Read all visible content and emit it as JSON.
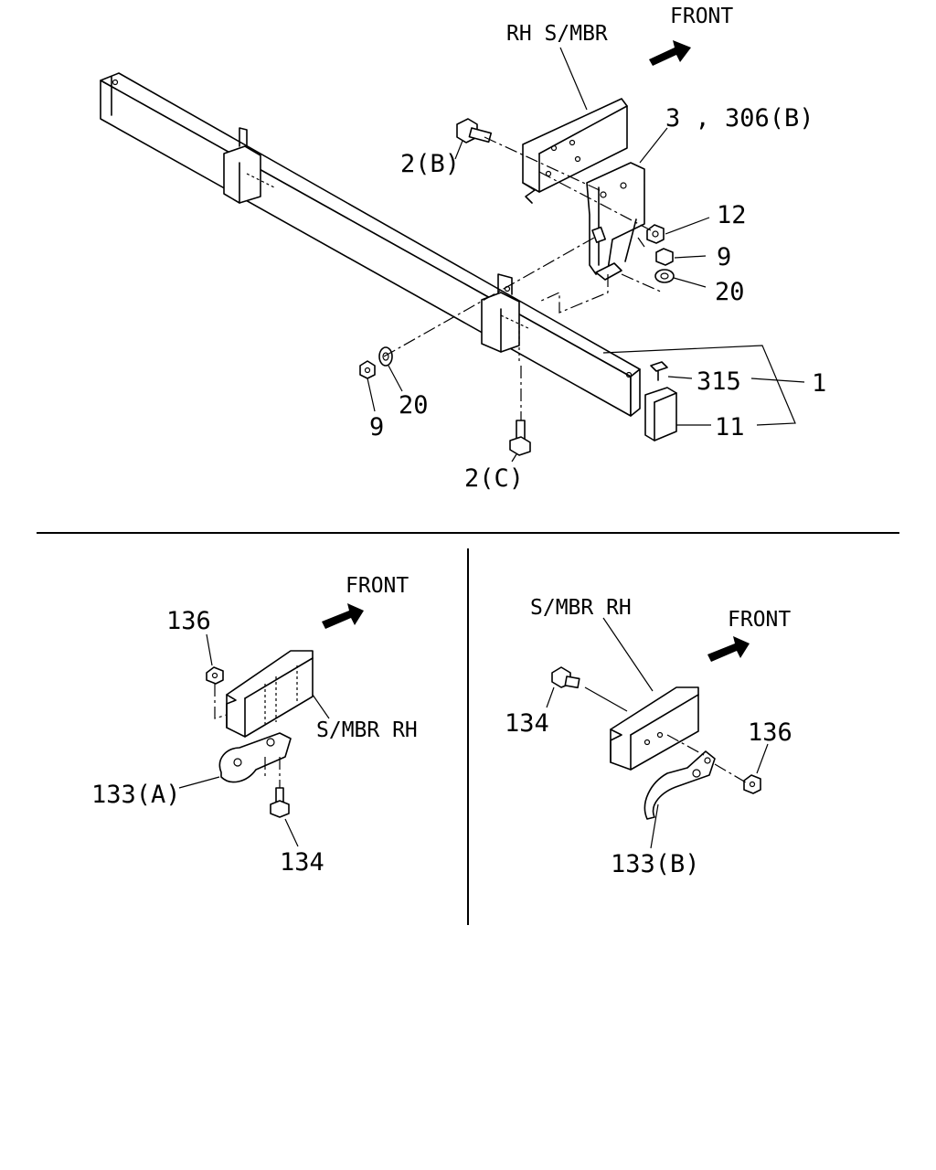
{
  "top": {
    "front": "FRONT",
    "member": "RH S/MBR",
    "callouts": {
      "c_3_306b": "3 , 306(B)",
      "c_2b": "2(B)",
      "c_12": "12",
      "c_9_right": "9",
      "c_20_right": "20",
      "c_315": "315",
      "c_1": "1",
      "c_11": "11",
      "c_20_left": "20",
      "c_9_left": "9",
      "c_2c": "2(C)"
    }
  },
  "bottom_left": {
    "front": "FRONT",
    "member": "S/MBR RH",
    "callouts": {
      "c_136": "136",
      "c_133a": "133(A)",
      "c_134": "134"
    }
  },
  "bottom_right": {
    "front": "FRONT",
    "member": "S/MBR RH",
    "callouts": {
      "c_134": "134",
      "c_136": "136",
      "c_133b": "133(B)"
    }
  },
  "colors": {
    "ink": "#000000",
    "paper": "#ffffff"
  }
}
